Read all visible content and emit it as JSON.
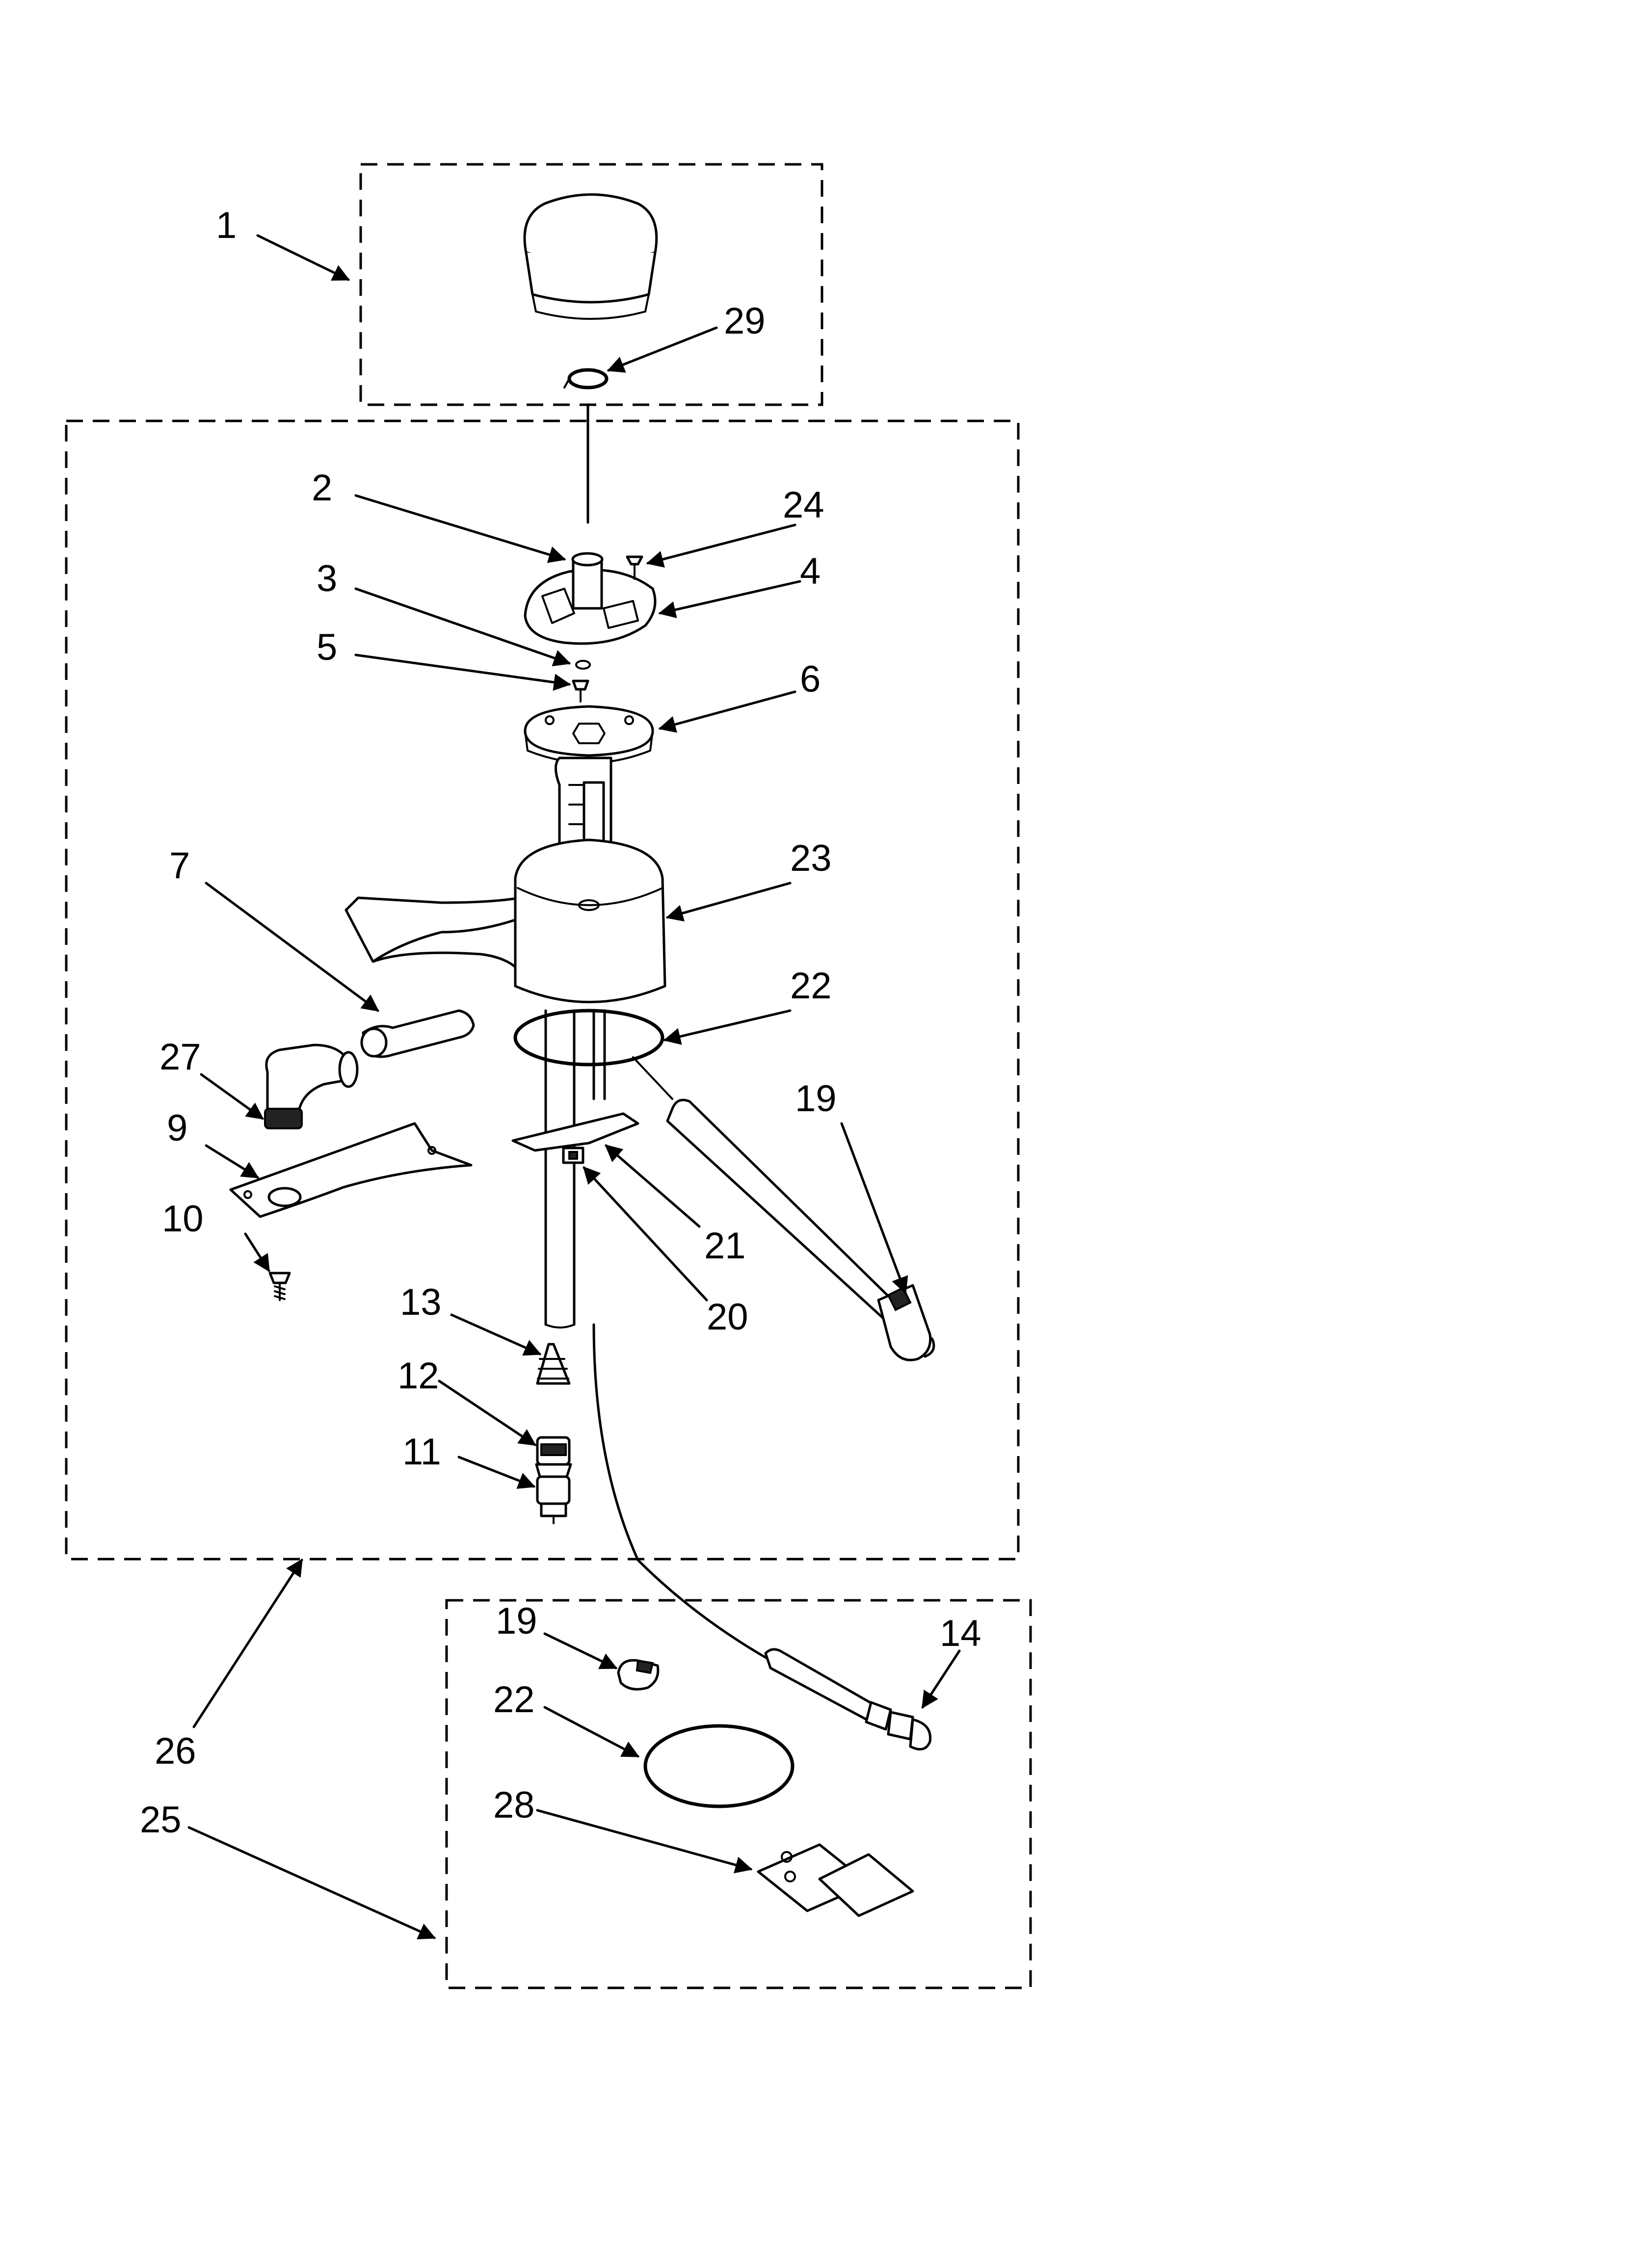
{
  "diagram": {
    "callouts": [
      {
        "id": "1",
        "label": "1"
      },
      {
        "id": "29",
        "label": "29"
      },
      {
        "id": "2",
        "label": "2"
      },
      {
        "id": "24",
        "label": "24"
      },
      {
        "id": "3",
        "label": "3"
      },
      {
        "id": "4",
        "label": "4"
      },
      {
        "id": "5",
        "label": "5"
      },
      {
        "id": "6",
        "label": "6"
      },
      {
        "id": "7",
        "label": "7"
      },
      {
        "id": "23",
        "label": "23"
      },
      {
        "id": "22a",
        "label": "22"
      },
      {
        "id": "27",
        "label": "27"
      },
      {
        "id": "19a",
        "label": "19"
      },
      {
        "id": "9",
        "label": "9"
      },
      {
        "id": "21",
        "label": "21"
      },
      {
        "id": "10",
        "label": "10"
      },
      {
        "id": "20",
        "label": "20"
      },
      {
        "id": "13",
        "label": "13"
      },
      {
        "id": "12",
        "label": "12"
      },
      {
        "id": "11",
        "label": "11"
      },
      {
        "id": "19b",
        "label": "19"
      },
      {
        "id": "14",
        "label": "14"
      },
      {
        "id": "22b",
        "label": "22"
      },
      {
        "id": "26",
        "label": "26"
      },
      {
        "id": "28",
        "label": "28"
      },
      {
        "id": "25",
        "label": "25"
      }
    ]
  }
}
